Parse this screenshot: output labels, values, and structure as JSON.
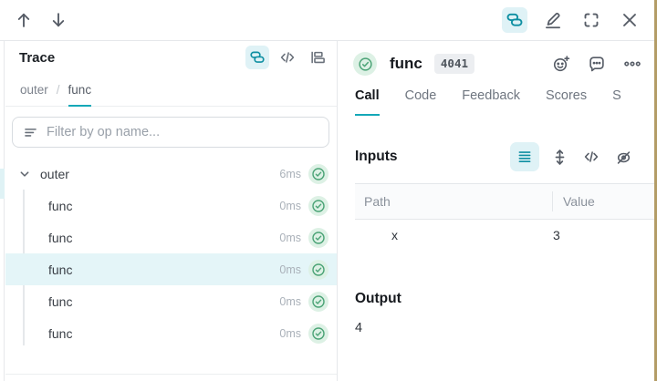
{
  "colors": {
    "accent_teal": "#14a8b8",
    "accent_teal_bg": "#dff2f6",
    "selected_row_bg": "#e4f5f8",
    "success_green": "#3fa573",
    "success_green_bg": "#ddf1e5",
    "badge_bg": "#eceef1",
    "right_edge": "#b39c66"
  },
  "icons": {
    "arrow-up": "navigate previous call",
    "arrow-down": "navigate next call",
    "trace-tree": "stacked cards trace view",
    "edit": "pencil",
    "fullscreen": "corner brackets",
    "close": "x",
    "code": "</>",
    "flame-graph": "flame graph view",
    "filter": "filter lines",
    "check-circle": "success status",
    "add-reaction": "smiley with plus",
    "comment": "speech bubble",
    "overflow-menu": "three dots",
    "list-view": "hamburger lines",
    "expand-rows": "vertical double arrow",
    "hide": "eye crossed out"
  },
  "trace_panel": {
    "title": "Trace",
    "breadcrumb": {
      "items": [
        "outer",
        "func"
      ],
      "separator": "/"
    },
    "filter_placeholder": "Filter by op name...",
    "tree": [
      {
        "label": "outer",
        "duration": "6ms"
      },
      {
        "label": "func",
        "duration": "0ms"
      },
      {
        "label": "func",
        "duration": "0ms"
      },
      {
        "label": "func",
        "duration": "0ms"
      },
      {
        "label": "func",
        "duration": "0ms"
      },
      {
        "label": "func",
        "duration": "0ms"
      }
    ]
  },
  "detail_panel": {
    "title": "func",
    "id_badge": "4041",
    "tabs": [
      {
        "label": "Call"
      },
      {
        "label": "Code"
      },
      {
        "label": "Feedback"
      },
      {
        "label": "Scores"
      },
      {
        "label": "S"
      }
    ],
    "active_tab": "Call",
    "inputs": {
      "heading": "Inputs",
      "columns": {
        "path": "Path",
        "value": "Value"
      },
      "rows": [
        {
          "path": "x",
          "value": "3"
        }
      ]
    },
    "output": {
      "heading": "Output",
      "value": "4"
    }
  }
}
